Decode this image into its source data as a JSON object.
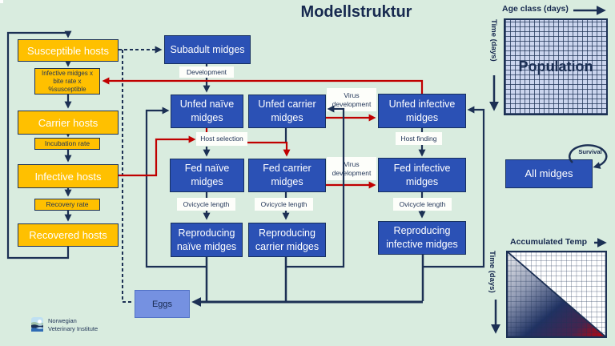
{
  "title": "Modellstruktur",
  "colors": {
    "background": "#d9ecdf",
    "host_box_yellow": "#ffc000",
    "midge_box_blue": "#2b51b5",
    "eggs_box_blue": "#7591e1",
    "line_navy": "#1c3054",
    "line_red": "#c00000",
    "grid_fill": "#cbd5ee",
    "temp_gradient_end_red": "#d10000"
  },
  "hosts": {
    "susceptible": "Susceptible hosts",
    "transmission_rate": "Infective midges x bite rate x %susceptible",
    "carrier": "Carrier hosts",
    "incubation": "Incubation rate",
    "infective": "Infective hosts",
    "recovery": "Recovery rate",
    "recovered": "Recovered hosts"
  },
  "midges": {
    "subadult": "Subadult midges",
    "unfed_naive": "Unfed naïve midges",
    "unfed_carrier": "Unfed carrier midges",
    "unfed_infective": "Unfed infective midges",
    "fed_naive": "Fed naïve midges",
    "fed_carrier": "Fed carrier midges",
    "fed_infective": "Fed infective midges",
    "reproducing_naive": "Reproducing naïve midges",
    "reproducing_carrier": "Reproducing carrier midges",
    "reproducing_infective": "Reproducing infective midges",
    "eggs": "Eggs",
    "all_midges": "All midges"
  },
  "process_labels": {
    "development": "Development",
    "host_selection": "Host selection",
    "host_finding": "Host finding",
    "virus_development": "Virus development",
    "ovicycle_length": "Ovicycle length",
    "survival": "Survival"
  },
  "population_panel": {
    "x_axis": "Age class (days)",
    "y_axis": "Time (days)",
    "label": "Population"
  },
  "temp_panel": {
    "x_axis": "Accumulated Temp",
    "y_axis": "Time (days)"
  },
  "logo": {
    "line1": "Norwegian",
    "line2": "Veterinary Institute"
  }
}
